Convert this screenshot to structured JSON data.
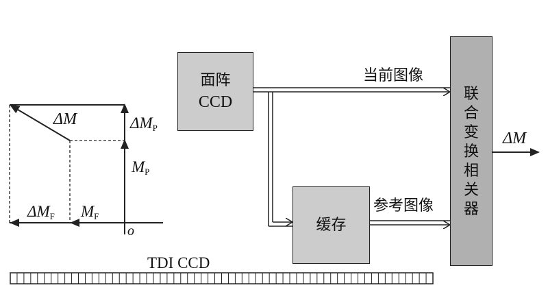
{
  "blocks": {
    "area_ccd_line1": "面阵",
    "area_ccd_line2": "CCD",
    "buffer": "缓存",
    "correlator": "联合变换相关器"
  },
  "signals": {
    "current_image": "当前图像",
    "reference_image": "参考图像",
    "output": "ΔM"
  },
  "vector_diagram": {
    "delta_m": "ΔM",
    "delta_mp_symbol": "ΔM",
    "delta_mp_sub": "P",
    "mp_symbol": "M",
    "mp_sub": "P",
    "delta_mf_symbol": "ΔM",
    "delta_mf_sub": "F",
    "mf_symbol": "M",
    "mf_sub": "F",
    "origin": "o"
  },
  "sensor": {
    "label": "TDI CCD",
    "cells": 62
  },
  "colors": {
    "block_fill": "#cccccc",
    "correlator_fill": "#b0b0b0",
    "line": "#222222"
  }
}
